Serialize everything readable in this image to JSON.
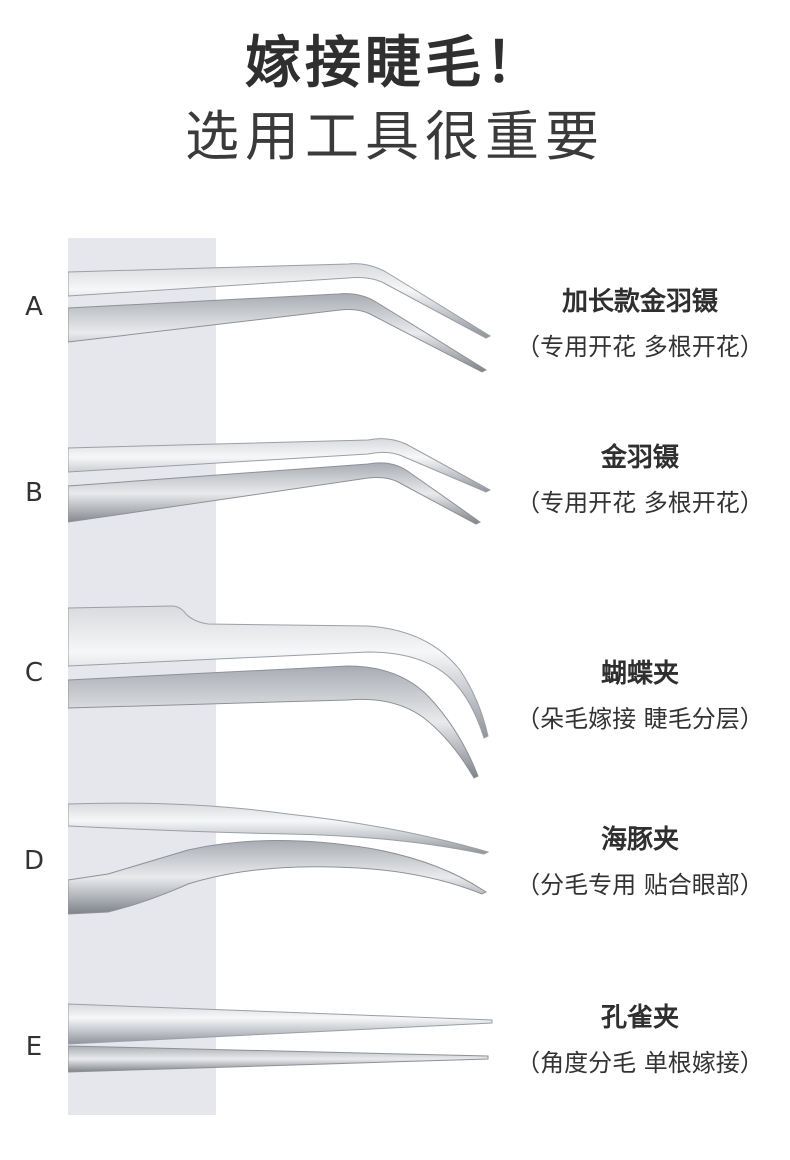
{
  "title": {
    "line1": "嫁接睫毛！",
    "line2": "选用工具很重要"
  },
  "items": [
    {
      "letter": "A",
      "name": "加长款金羽镊",
      "desc": "（专用开花 多根开花）",
      "icon": "angled-tweezers-long"
    },
    {
      "letter": "B",
      "name": "金羽镊",
      "desc": "（专用开花 多根开花）",
      "icon": "angled-tweezers"
    },
    {
      "letter": "C",
      "name": "蝴蝶夹",
      "desc": "（朵毛嫁接 睫毛分层）",
      "icon": "curved-tweezers"
    },
    {
      "letter": "D",
      "name": "海豚夹",
      "desc": "（分毛专用 贴合眼部）",
      "icon": "dolphin-tweezers"
    },
    {
      "letter": "E",
      "name": "孔雀夹",
      "desc": "（角度分毛 单根嫁接）",
      "icon": "straight-tweezers"
    }
  ],
  "colors": {
    "band": "#e6e7ec",
    "steel_light": "#f2f3f5",
    "steel_mid": "#c4c7cc",
    "steel_dark": "#8e9298",
    "text": "#2f2f2f"
  }
}
